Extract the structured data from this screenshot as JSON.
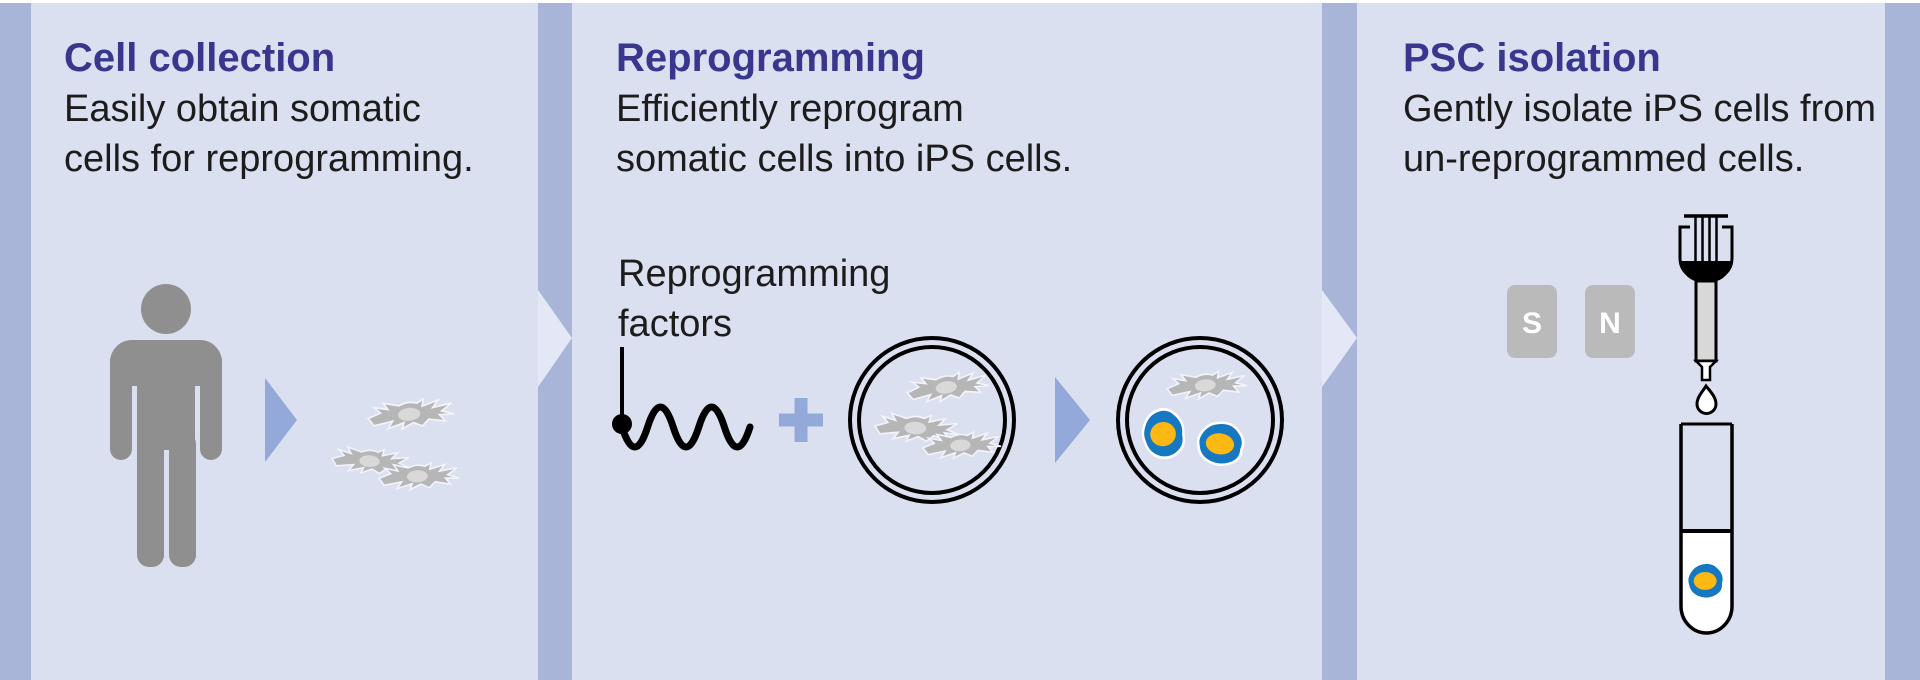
{
  "colors": {
    "strip": "#a9b4d9",
    "panel": "#dbe0f0",
    "chevron": "#e4e8f6",
    "title": "#39378d",
    "body": "#1c1c1c",
    "figure_gray": "#8f8f8f",
    "cell_gray": "#b6b6b6",
    "nucleus_gray": "#d9d9d9",
    "arrow_blue": "#93a9da",
    "colony_blue": "#1778c2",
    "colony_yellow": "#fdb813",
    "magnet_gray": "#bababa",
    "column_gray": "#d8d8d8",
    "white": "#ffffff"
  },
  "panels": [
    {
      "title": "Cell collection",
      "body_lines": [
        "Easily obtain somatic",
        "cells for reprogramming."
      ]
    },
    {
      "title": "Reprogramming",
      "body_lines": [
        "Efficiently reprogram",
        "somatic cells into iPS cells."
      ],
      "label_lines": [
        "Reprogramming",
        "factors"
      ]
    },
    {
      "title": "PSC isolation",
      "body_lines": [
        "Gently isolate iPS cells from",
        "un-reprogrammed cells."
      ],
      "magnets": {
        "south": "S",
        "north": "N"
      }
    }
  ]
}
